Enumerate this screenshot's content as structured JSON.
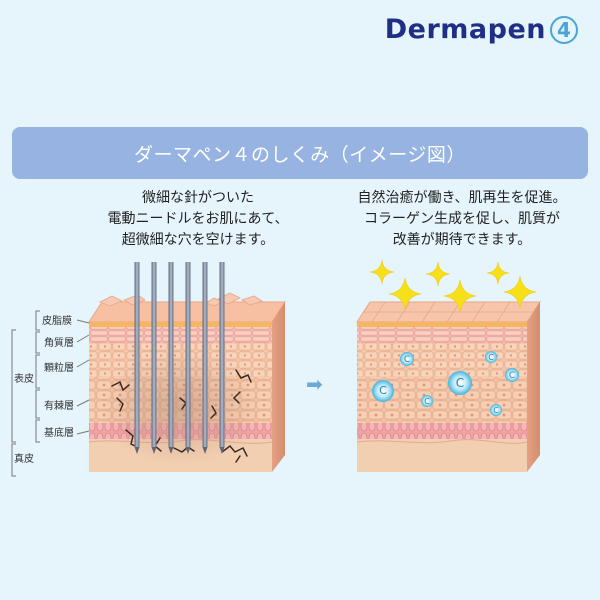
{
  "logo": {
    "text": "Dermapen",
    "number": "4"
  },
  "banner": {
    "title": "ダーマペン４のしくみ（イメージ図）"
  },
  "left_caption": {
    "lines": [
      "微細な針がついた",
      "電動ニードルをお肌にあて、",
      "超微細な穴を空けます。"
    ]
  },
  "right_caption": {
    "lines": [
      "自然治癒が働き、肌再生を促進。",
      "コラーゲン生成を促し、肌質が",
      "改善が期待できます。"
    ]
  },
  "labels": {
    "sebum": "皮脂膜",
    "stratum_corneum": "角質層",
    "granular": "顆粒層",
    "spinous": "有棘層",
    "basal": "基底層",
    "epidermis": "表皮",
    "dermis": "真皮"
  },
  "collagen_letter": "C",
  "arrow_glyph": "➡",
  "colors": {
    "banner": "#96b3e2",
    "brand": "#1f2f86",
    "accent": "#4ba4d8",
    "background": "#e6f4fb"
  }
}
